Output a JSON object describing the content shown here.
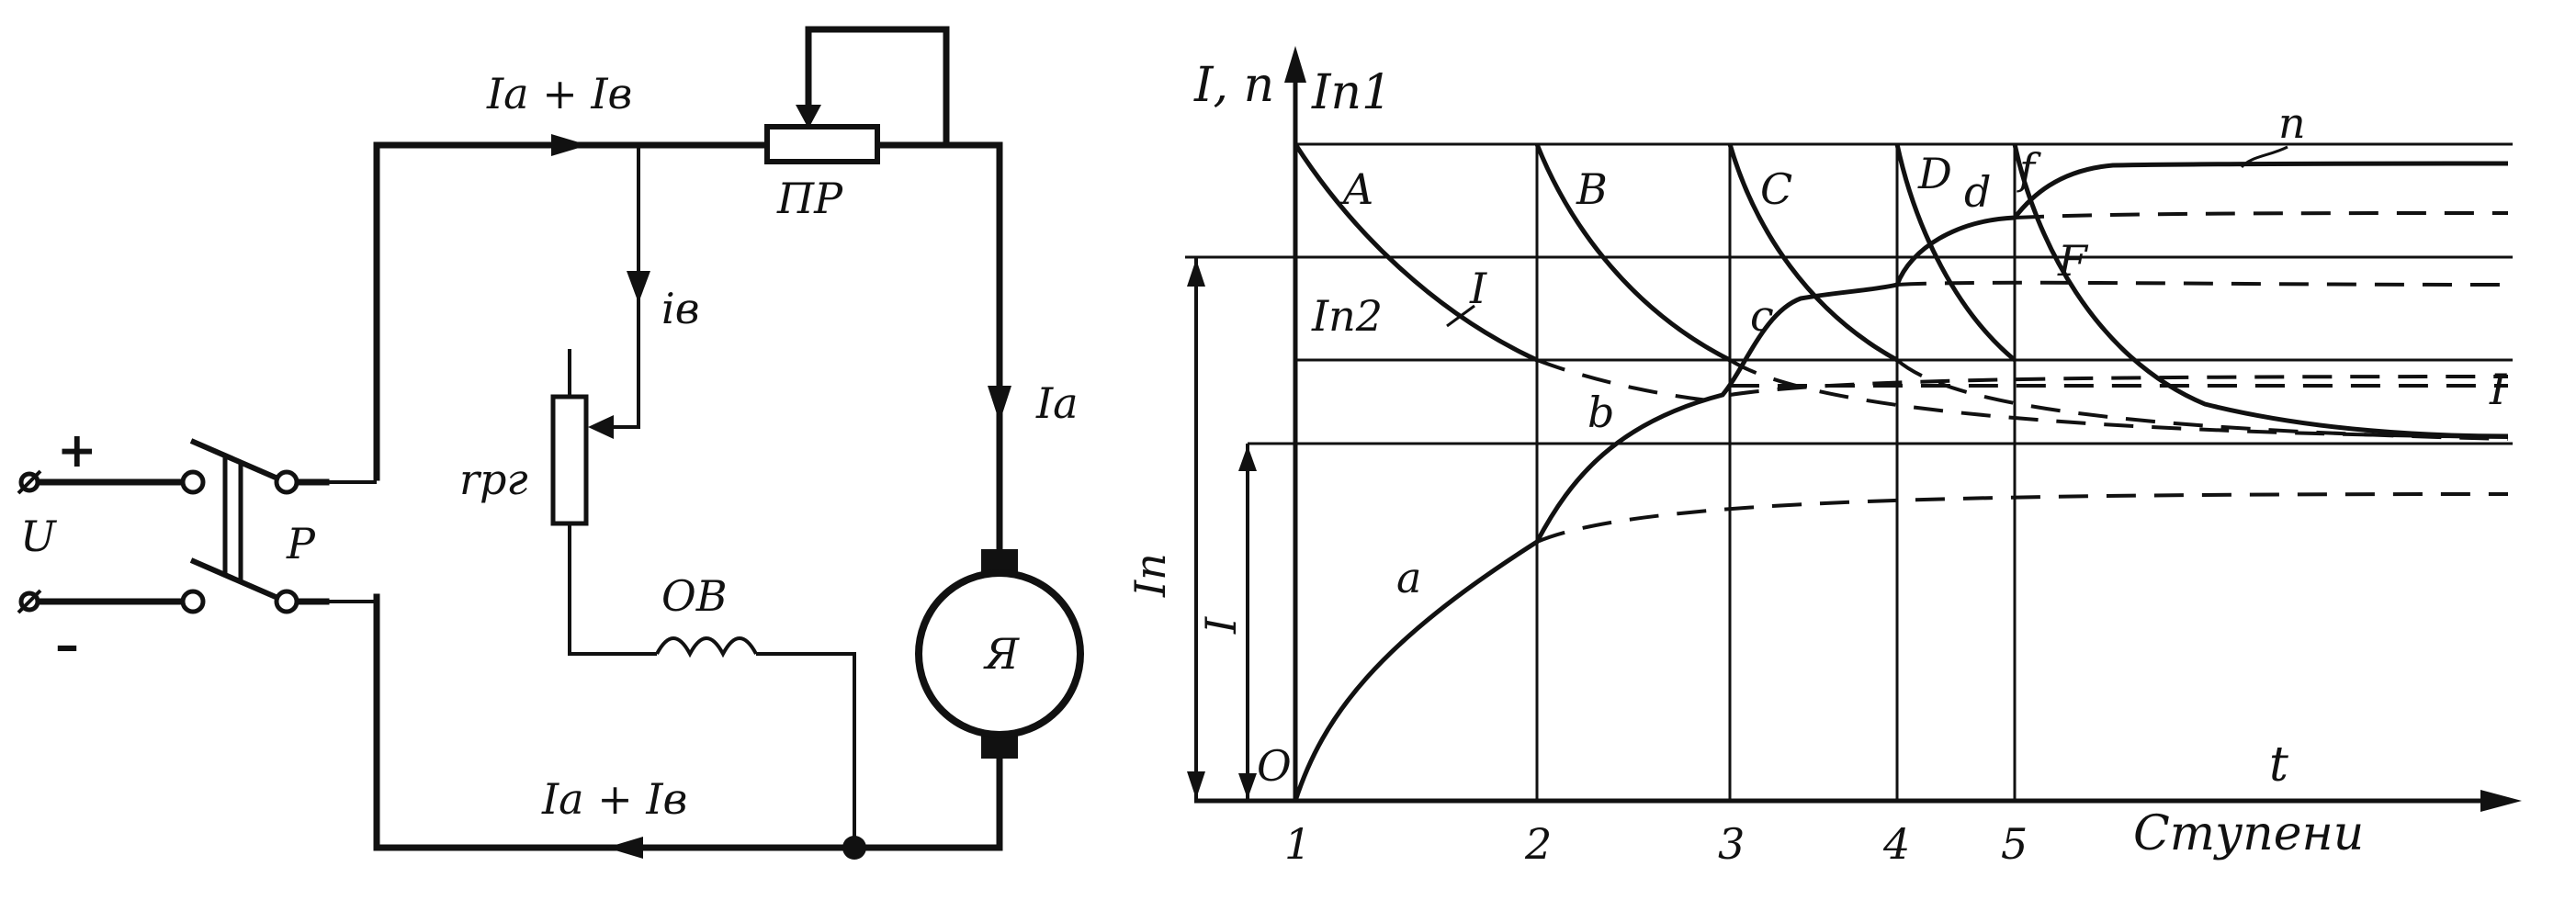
{
  "circuit": {
    "current_top": "Ia + Iв",
    "current_bottom": "Ia + Iв",
    "rheostat_label": "ПР",
    "field_current": "iв",
    "armature_current": "Ia",
    "field_rheostat": "rрг",
    "field_winding": "ОВ",
    "armature_label": "Я",
    "switch_label": "Р",
    "voltage_label": "U",
    "plus": "+",
    "minus": "–"
  },
  "chart": {
    "y_axis_label": "I, n",
    "in1_label": "Iп1",
    "in2_label": "Iп2",
    "in_label": "Iп",
    "i_label": "I",
    "t_label": "t",
    "x_axis_label": "Ступени",
    "origin_label": "O",
    "step_labels": [
      "1",
      "2",
      "3",
      "4",
      "5"
    ],
    "current_curve_labels": [
      "A",
      "B",
      "C",
      "D",
      "F"
    ],
    "speed_curve_labels": [
      "a",
      "b",
      "c",
      "d",
      "f"
    ],
    "curve_I_label": "I",
    "curve_n_label": "n",
    "curve_end_label": "I"
  }
}
